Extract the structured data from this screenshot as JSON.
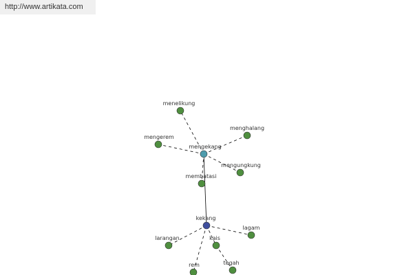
{
  "source": {
    "text": "http://www.artikata.com"
  },
  "colors": {
    "hub_primary": "#3f4f9e",
    "hub_secondary": "#4e9cad",
    "leaf": "#4f8f3f",
    "edge": "#000000",
    "label": "#333333"
  },
  "graph": {
    "nodes": [
      {
        "id": "kekang",
        "label": "kekang",
        "kind": "hub_primary"
      },
      {
        "id": "mengekang",
        "label": "mengekang",
        "kind": "hub_secondary"
      },
      {
        "id": "menelikung",
        "label": "menelikung",
        "kind": "leaf"
      },
      {
        "id": "menghalang",
        "label": "menghalang",
        "kind": "leaf"
      },
      {
        "id": "mengerem",
        "label": "mengerem",
        "kind": "leaf"
      },
      {
        "id": "mengungkung",
        "label": "mengungkung",
        "kind": "leaf"
      },
      {
        "id": "membatasi",
        "label": "membatasi",
        "kind": "leaf"
      },
      {
        "id": "lagam",
        "label": "lagam",
        "kind": "leaf"
      },
      {
        "id": "larangan",
        "label": "larangan",
        "kind": "leaf"
      },
      {
        "id": "kais",
        "label": "kais",
        "kind": "leaf"
      },
      {
        "id": "rem",
        "label": "rem",
        "kind": "leaf"
      },
      {
        "id": "tegah",
        "label": "tegah",
        "kind": "leaf"
      }
    ],
    "edges": [
      {
        "from": "kekang",
        "to": "mengekang",
        "style": "solid"
      },
      {
        "from": "mengekang",
        "to": "menelikung",
        "style": "dashed"
      },
      {
        "from": "mengekang",
        "to": "menghalang",
        "style": "dashed"
      },
      {
        "from": "mengekang",
        "to": "mengerem",
        "style": "dashed"
      },
      {
        "from": "mengekang",
        "to": "mengungkung",
        "style": "dashed"
      },
      {
        "from": "mengekang",
        "to": "membatasi",
        "style": "dashed"
      },
      {
        "from": "kekang",
        "to": "lagam",
        "style": "dashed"
      },
      {
        "from": "kekang",
        "to": "larangan",
        "style": "dashed"
      },
      {
        "from": "kekang",
        "to": "kais",
        "style": "dashed"
      },
      {
        "from": "kekang",
        "to": "rem",
        "style": "dashed"
      },
      {
        "from": "kais",
        "to": "tegah",
        "style": "dashed"
      }
    ]
  }
}
